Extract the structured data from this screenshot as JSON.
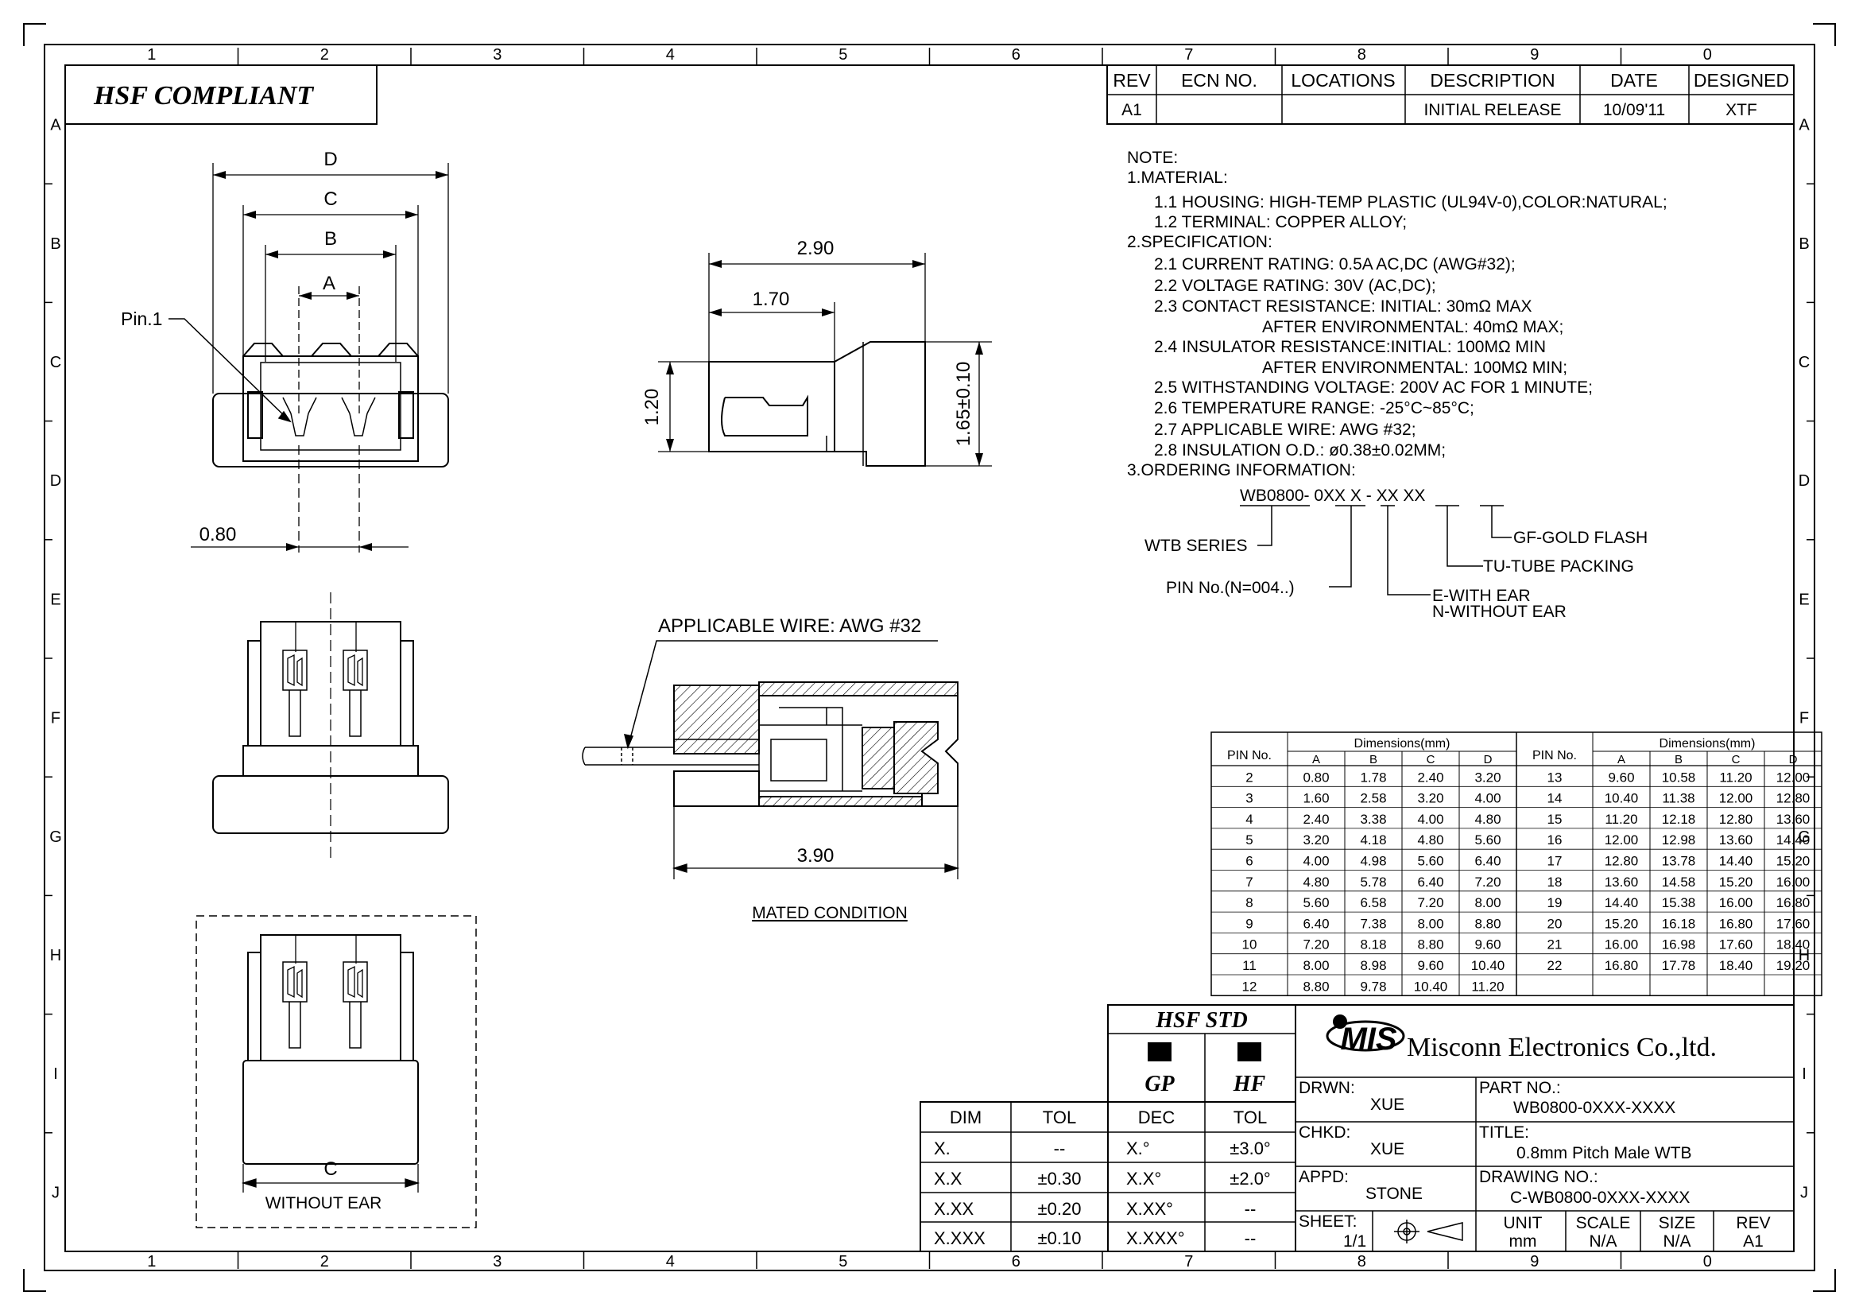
{
  "grid": {
    "columns": [
      "1",
      "2",
      "3",
      "4",
      "5",
      "6",
      "7",
      "8",
      "9",
      "0"
    ],
    "rows": [
      "A",
      "B",
      "C",
      "D",
      "E",
      "F",
      "G",
      "H",
      "I",
      "J"
    ]
  },
  "compliance_label": "HSF  COMPLIANT",
  "revision_table": {
    "headers": [
      "REV",
      "ECN NO.",
      "LOCATIONS",
      "DESCRIPTION",
      "DATE",
      "DESIGNED"
    ],
    "rows": [
      [
        "A1",
        "",
        "",
        "INITIAL RELEASE",
        "10/09'11",
        "XTF"
      ]
    ]
  },
  "notes": {
    "lines": [
      "NOTE:",
      "1.MATERIAL:",
      "1.1  HOUSING:  HIGH-TEMP  PLASTIC  (UL94V-0),COLOR:NATURAL;",
      "1.2  TERMINAL:  COPPER  ALLOY;",
      "2.SPECIFICATION:",
      "2.1  CURRENT  RATING:  0.5A  AC,DC  (AWG#32);",
      "2.2  VOLTAGE  RATING:  30V  (AC,DC);",
      "2.3  CONTACT  RESISTANCE:  INITIAL:  30mΩ  MAX",
      "AFTER  ENVIRONMENTAL:  40mΩ MAX;",
      "2.4  INSULATOR  RESISTANCE:INITIAL:  100MΩ  MIN",
      "AFTER  ENVIRONMENTAL:  100MΩ  MIN;",
      "2.5  WITHSTANDING  VOLTAGE:  200V  AC  FOR  1  MINUTE;",
      "2.6  TEMPERATURE  RANGE:  -25°C~85°C;",
      "2.7  APPLICABLE  WIRE:  AWG  #32;",
      "2.8  INSULATION  O.D.:  ø0.38±0.02MM;",
      "3.ORDERING  INFORMATION:"
    ],
    "ordering": {
      "code": "WB0800-  0XX  X  -  XX   XX",
      "labels": [
        "WTB  SERIES",
        "PIN  No.(N=004..)",
        "E-WITH  EAR",
        "N-WITHOUT  EAR",
        "TU-TUBE  PACKING",
        "GF-GOLD  FLASH"
      ]
    }
  },
  "dimensions": {
    "top_view": {
      "D": "D",
      "C": "C",
      "B": "B",
      "A": "A",
      "pitch": "0.80",
      "pin1": "Pin.1"
    },
    "side_view": {
      "overall": "2.90",
      "partial": "1.70",
      "height_left": "1.20",
      "height_right": "1.65±0.10"
    },
    "mated": {
      "wire": "APPLICABLE  WIRE:  AWG  #32",
      "length": "3.90",
      "caption": "MATED  CONDITION"
    },
    "without_ear": {
      "dim": "C",
      "caption": "WITHOUT  EAR"
    }
  },
  "pin_table": {
    "pin_header": "PIN  No.",
    "dim_header": "Dimensions(mm)",
    "cols": [
      "A",
      "B",
      "C",
      "D"
    ],
    "left": [
      [
        "2",
        "0.80",
        "1.78",
        "2.40",
        "3.20"
      ],
      [
        "3",
        "1.60",
        "2.58",
        "3.20",
        "4.00"
      ],
      [
        "4",
        "2.40",
        "3.38",
        "4.00",
        "4.80"
      ],
      [
        "5",
        "3.20",
        "4.18",
        "4.80",
        "5.60"
      ],
      [
        "6",
        "4.00",
        "4.98",
        "5.60",
        "6.40"
      ],
      [
        "7",
        "4.80",
        "5.78",
        "6.40",
        "7.20"
      ],
      [
        "8",
        "5.60",
        "6.58",
        "7.20",
        "8.00"
      ],
      [
        "9",
        "6.40",
        "7.38",
        "8.00",
        "8.80"
      ],
      [
        "10",
        "7.20",
        "8.18",
        "8.80",
        "9.60"
      ],
      [
        "11",
        "8.00",
        "8.98",
        "9.60",
        "10.40"
      ],
      [
        "12",
        "8.80",
        "9.78",
        "10.40",
        "11.20"
      ]
    ],
    "right": [
      [
        "13",
        "9.60",
        "10.58",
        "11.20",
        "12.00"
      ],
      [
        "14",
        "10.40",
        "11.38",
        "12.00",
        "12.80"
      ],
      [
        "15",
        "11.20",
        "12.18",
        "12.80",
        "13.60"
      ],
      [
        "16",
        "12.00",
        "12.98",
        "13.60",
        "14.40"
      ],
      [
        "17",
        "12.80",
        "13.78",
        "14.40",
        "15.20"
      ],
      [
        "18",
        "13.60",
        "14.58",
        "15.20",
        "16.00"
      ],
      [
        "19",
        "14.40",
        "15.38",
        "16.00",
        "16.80"
      ],
      [
        "20",
        "15.20",
        "16.18",
        "16.80",
        "17.60"
      ],
      [
        "21",
        "16.00",
        "16.98",
        "17.60",
        "18.40"
      ],
      [
        "22",
        "16.80",
        "17.78",
        "18.40",
        "19.20"
      ]
    ]
  },
  "tolerance_table": {
    "headers": [
      "DIM",
      "TOL",
      "DEC",
      "TOL"
    ],
    "rows": [
      [
        "X.",
        "--",
        "X.°",
        "±3.0°"
      ],
      [
        "X.X",
        "±0.30",
        "X.X°",
        "±2.0°"
      ],
      [
        "X.XX",
        "±0.20",
        "X.XX°",
        "--"
      ],
      [
        "X.XXX",
        "±0.10",
        "X.XXX°",
        "--"
      ]
    ]
  },
  "hsf_std": {
    "title": "HSF  STD",
    "gp": "GP",
    "hf": "HF"
  },
  "title_block": {
    "logo": "MIS",
    "company": "Misconn Electronics Co.,ltd.",
    "drwn_label": "DRWN:",
    "drwn": "XUE",
    "chkd_label": "CHKD:",
    "chkd": "XUE",
    "appd_label": "APPD:",
    "appd": "STONE",
    "part_label": "PART  NO.:",
    "part": "WB0800-0XXX-XXXX",
    "title_label": "TITLE:",
    "title": "0.8mm  Pitch  Male  WTB",
    "drawing_label": "DRAWING  NO.:",
    "drawing": "C-WB0800-0XXX-XXXX",
    "sheet_label": "SHEET:",
    "sheet": "1/1",
    "unit_label": "UNIT",
    "unit": "mm",
    "scale_label": "SCALE",
    "scale": "N/A",
    "size_label": "SIZE",
    "size": "N/A",
    "rev_label": "REV",
    "rev": "A1"
  }
}
